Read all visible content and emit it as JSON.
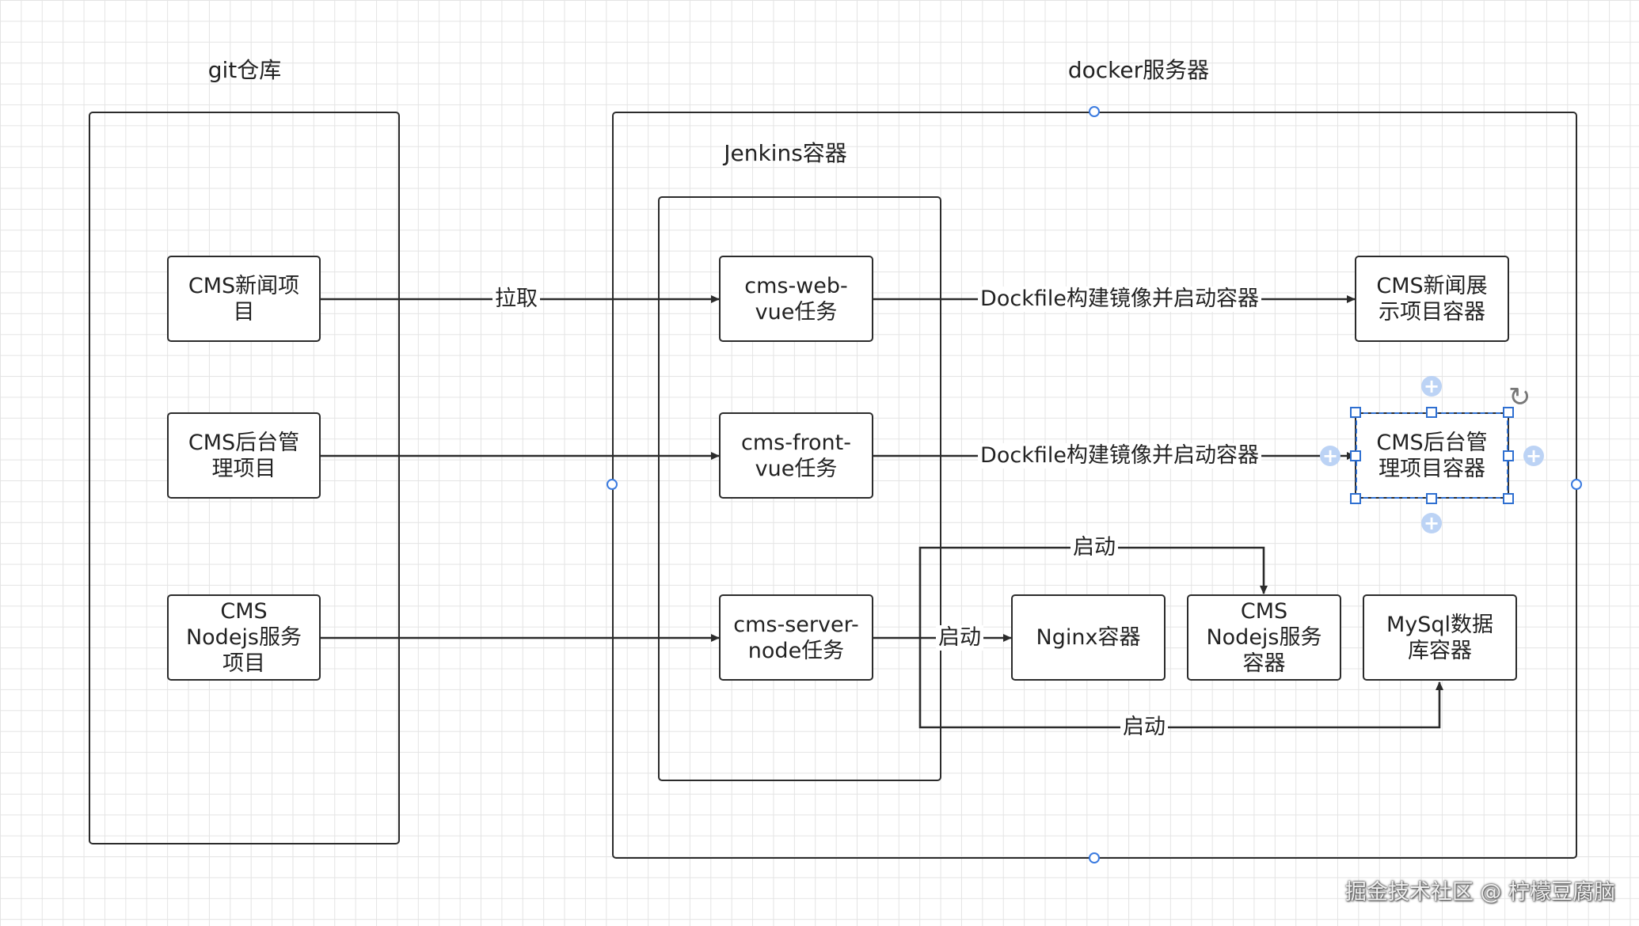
{
  "groups": {
    "git_label": "git仓库",
    "docker_label": "docker服务器",
    "jenkins_label": "Jenkins容器"
  },
  "nodes": {
    "cms_news_project": [
      "CMS新闻项",
      "目"
    ],
    "cms_admin_project": [
      "CMS后台管",
      "理项目"
    ],
    "cms_nodejs_project": [
      "CMS",
      "Nodejs服务",
      "项目"
    ],
    "cms_web_vue_task": [
      "cms-web-",
      "vue任务"
    ],
    "cms_front_vue_task": [
      "cms-front-",
      "vue任务"
    ],
    "cms_server_node_task": [
      "cms-server-",
      "node任务"
    ],
    "cms_news_container": [
      "CMS新闻展",
      "示项目容器"
    ],
    "cms_admin_container": [
      "CMS后台管",
      "理项目容器"
    ],
    "nginx_container": [
      "Nginx容器"
    ],
    "cms_nodejs_container": [
      "CMS",
      "Nodejs服务",
      "容器"
    ],
    "mysql_container": [
      "MySql数据",
      "库容器"
    ]
  },
  "edges": {
    "pull": "拉取",
    "dockerfile_1": "Dockfile构建镜像并启动容器",
    "dockerfile_2": "Dockfile构建镜像并启动容器",
    "start_nginx": "启动",
    "start_nodejs": "启动",
    "start_mysql": "启动"
  },
  "watermark": "掘金技术社区 @ 柠檬豆腐脑",
  "colors": {
    "stroke": "#2b2b2b",
    "selection": "#2e6fd1",
    "grid": "#e4e4e4"
  }
}
